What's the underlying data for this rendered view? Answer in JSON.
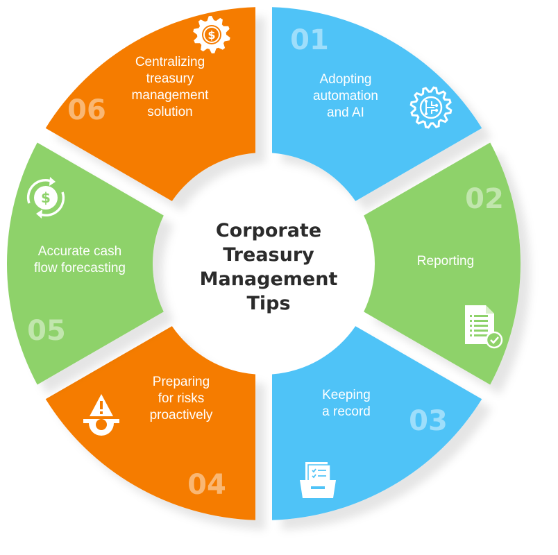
{
  "title": [
    "Corporate",
    "Treasury",
    "Management",
    "Tips"
  ],
  "colors": {
    "blue": "#4fc3f7",
    "green": "#8ed26a",
    "orange": "#f57c00",
    "title": "#2b2b2b"
  },
  "segments": [
    {
      "number": "01",
      "label": [
        "Adopting",
        "automation",
        "and AI"
      ],
      "color": "#4fc3f7",
      "icon": "ai-gear-icon"
    },
    {
      "number": "02",
      "label": [
        "Reporting"
      ],
      "color": "#8ed26a",
      "icon": "report-document-icon"
    },
    {
      "number": "03",
      "label": [
        "Keeping",
        "a record"
      ],
      "color": "#4fc3f7",
      "icon": "file-folder-icon"
    },
    {
      "number": "04",
      "label": [
        "Preparing",
        "for risks",
        "proactively"
      ],
      "color": "#f57c00",
      "icon": "risk-warning-icon"
    },
    {
      "number": "05",
      "label": [
        "Accurate cash",
        "flow forecasting"
      ],
      "color": "#8ed26a",
      "icon": "cash-cycle-icon"
    },
    {
      "number": "06",
      "label": [
        "Centralizing",
        "treasury",
        "management",
        "solution"
      ],
      "color": "#f57c00",
      "icon": "money-gear-icon"
    }
  ]
}
